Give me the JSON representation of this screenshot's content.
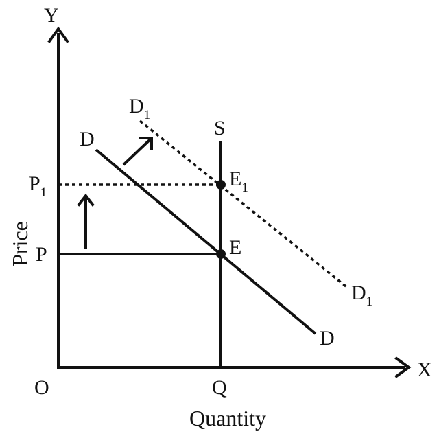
{
  "axes": {
    "y_letter": "Y",
    "x_letter": "X",
    "origin": "O",
    "y_title": "Price",
    "x_title": "Quantity"
  },
  "curves": {
    "demand": "D",
    "demand_shifted": "D",
    "demand_shifted_sub": "1",
    "supply": "S"
  },
  "points": {
    "equilibrium": "E",
    "equilibrium_new": "E",
    "equilibrium_new_sub": "1"
  },
  "levels": {
    "price": "P",
    "price_new": "P",
    "price_new_sub": "1",
    "quantity": "Q"
  },
  "colors": {
    "ink": "#111111",
    "background": "#ffffff"
  }
}
